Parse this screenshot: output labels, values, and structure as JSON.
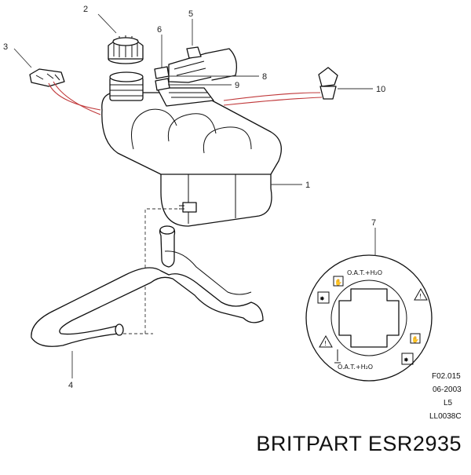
{
  "diagram": {
    "callouts": [
      "1",
      "2",
      "3",
      "4",
      "5",
      "6",
      "7",
      "8",
      "9",
      "10"
    ],
    "cap_ring_text_top": "O.A.T.+H₂O",
    "cap_ring_text_bottom": "O.A.T.+H₂O",
    "drawing_code": "F02.015",
    "drawing_date": "06-2003",
    "drawing_rev": "L5",
    "drawing_ref": "LL0038C"
  },
  "brand": {
    "label": "BRITPART ESR2935"
  },
  "colors": {
    "line": "#111111",
    "leader": "#333333",
    "hose_wire": "#c0393b",
    "background": "#ffffff"
  },
  "icons": [
    "warning-triangle-icon",
    "fan-icon",
    "hand-icon",
    "thermometer-icon"
  ]
}
